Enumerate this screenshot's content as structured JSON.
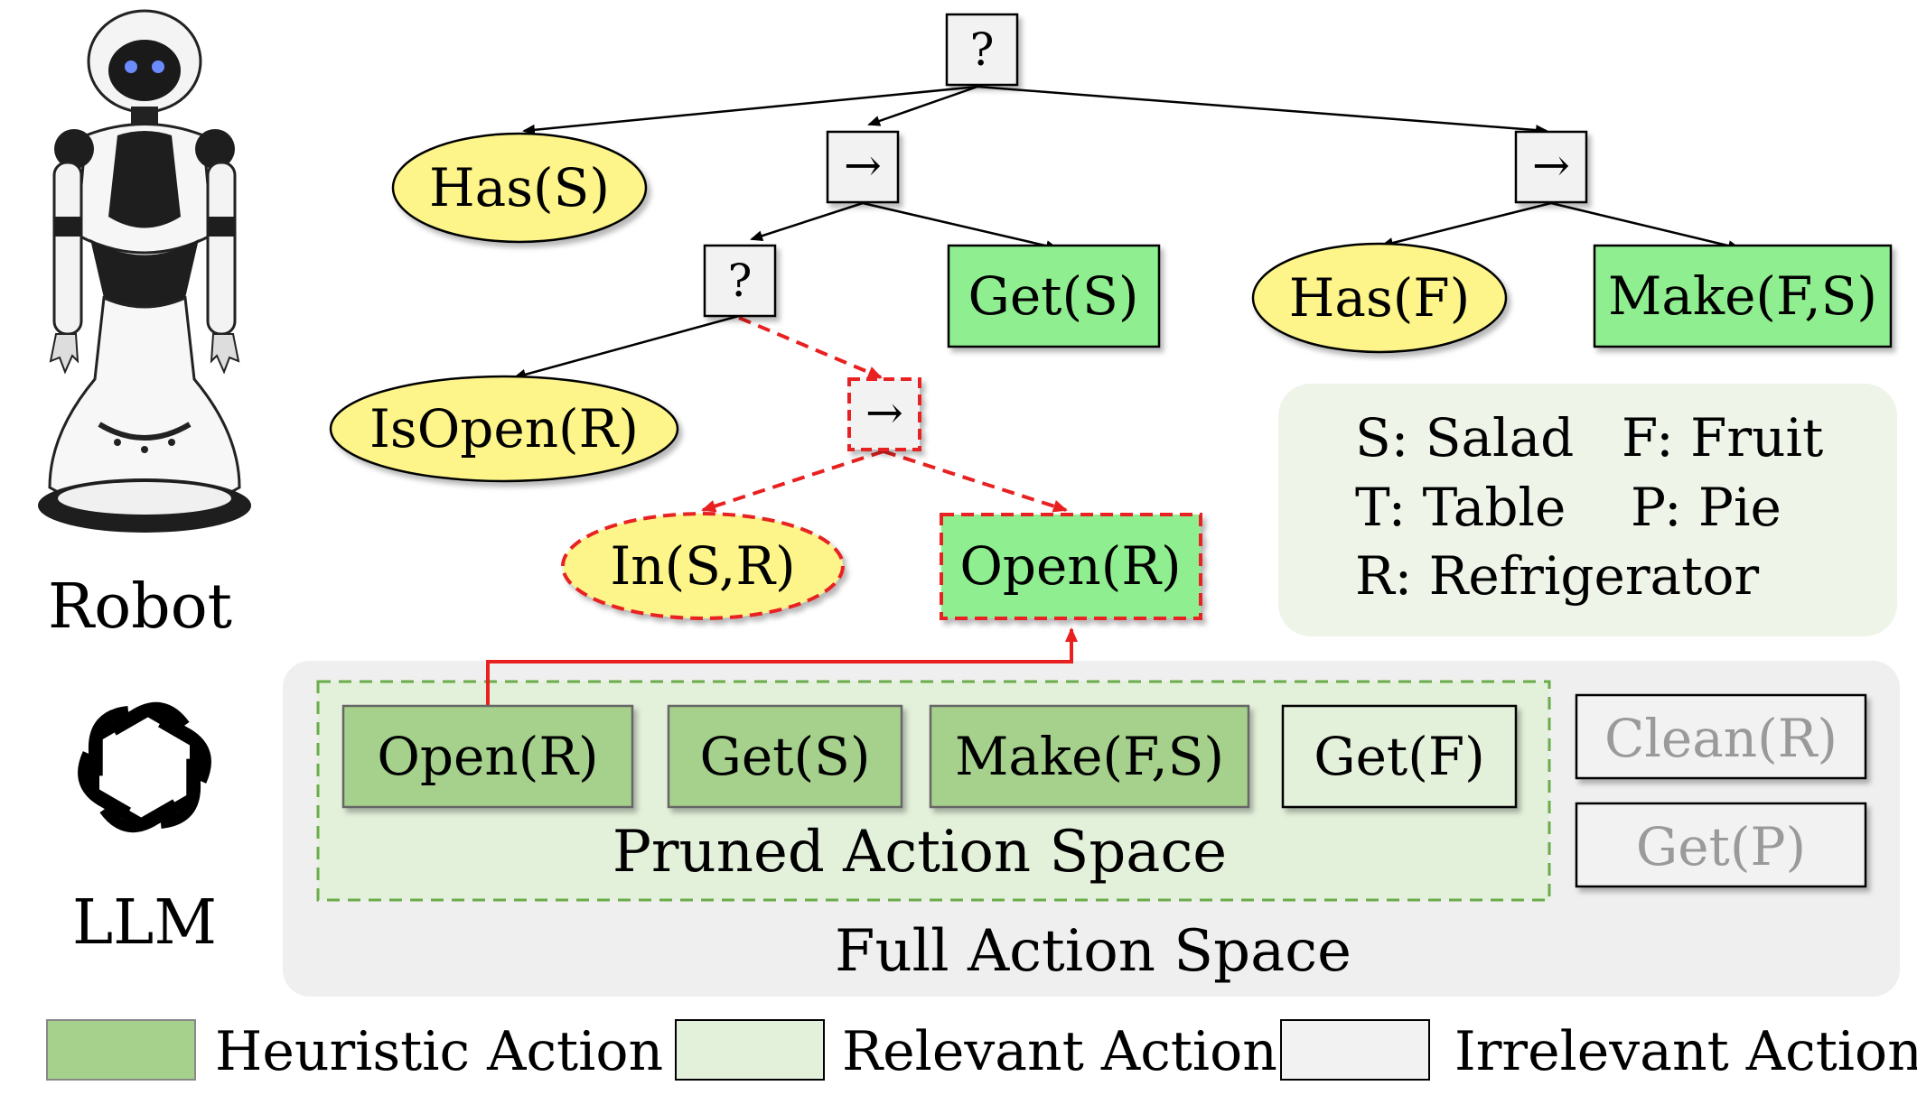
{
  "left_panel": {
    "robot_label": "Robot",
    "llm_label": "LLM"
  },
  "tree": {
    "root_op": "?",
    "seq1_op": "→",
    "seq2_op": "→",
    "fallback2_op": "?",
    "seq3_op": "→",
    "has_s": "Has(S)",
    "get_s": "Get(S)",
    "has_f": "Has(F)",
    "make_fs": "Make(F,S)",
    "isopen_r": "IsOpen(R)",
    "in_sr": "In(S,R)",
    "open_r": "Open(R)"
  },
  "abbreviations": {
    "s": "S: Salad",
    "f": "F: Fruit",
    "t": "T: Table",
    "p": "P: Pie",
    "r": "R: Refrigerator"
  },
  "action_space": {
    "pruned_label": "Pruned Action Space",
    "full_label": "Full Action Space",
    "heuristic_actions": [
      "Open(R)",
      "Get(S)",
      "Make(F,S)"
    ],
    "relevant_actions": [
      "Get(F)"
    ],
    "irrelevant_actions": [
      "Clean(R)",
      "Get(P)"
    ]
  },
  "legend": {
    "heuristic": "Heuristic Action",
    "relevant": "Relevant Action",
    "irrelevant": "Irrelevant Action"
  },
  "colors": {
    "condition_fill": "#fdf58a",
    "action_fill": "#8fee8f",
    "heuristic_fill": "#a5d18c",
    "relevant_fill": "#e3f0da",
    "irrelevant_fill": "#f2f2f2",
    "highlight": "#e82020"
  }
}
